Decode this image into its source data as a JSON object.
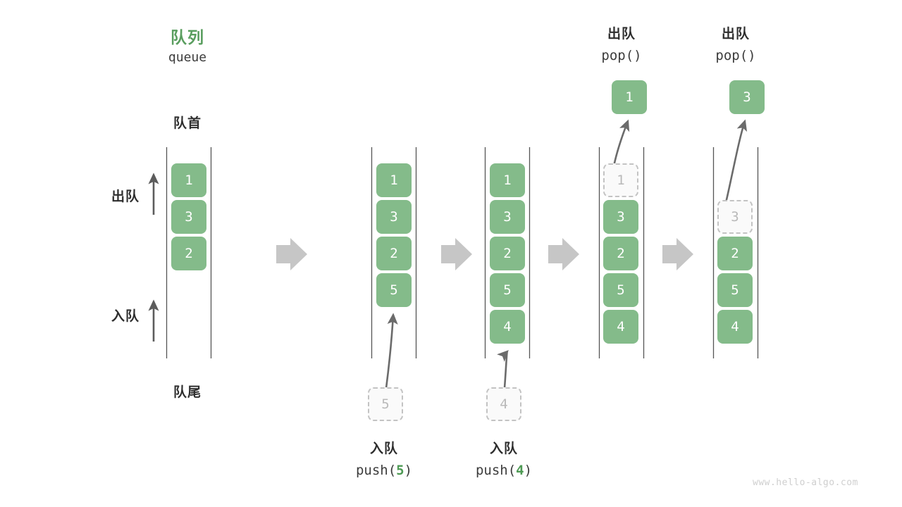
{
  "diagram": {
    "title_cn": "队列",
    "title_en": "queue",
    "front_label": "队首",
    "rear_label": "队尾",
    "dequeue_label": "出队",
    "enqueue_label": "入队",
    "watermark": "www.hello-algo.com",
    "colors": {
      "element_green": "#84bb8a",
      "title_green": "#5a9e5f",
      "ghost_gray": "#b9b9b9",
      "rail_gray": "#555555",
      "arrow_gray": "#c6c6c6",
      "curve_gray": "#6b6b6b",
      "text_dark": "#2e2e2e",
      "watermark_gray": "#cfcfcf"
    }
  },
  "steps": [
    {
      "id": "initial",
      "queue": [
        "1",
        "3",
        "2"
      ],
      "ghost_slot_index": null,
      "incoming": null,
      "outgoing": null,
      "op_cn": null,
      "op_code": null,
      "op_arg": null
    },
    {
      "id": "push-5",
      "queue": [
        "1",
        "3",
        "2",
        "5"
      ],
      "ghost_slot_index": null,
      "incoming": "5",
      "outgoing": null,
      "op_cn": "入队",
      "op_code_prefix": "push(",
      "op_arg": "5",
      "op_code_suffix": ")"
    },
    {
      "id": "push-4",
      "queue": [
        "1",
        "3",
        "2",
        "5",
        "4"
      ],
      "ghost_slot_index": null,
      "incoming": "4",
      "outgoing": null,
      "op_cn": "入队",
      "op_code_prefix": "push(",
      "op_arg": "4",
      "op_code_suffix": ")"
    },
    {
      "id": "pop-1",
      "queue": [
        "1",
        "3",
        "2",
        "5",
        "4"
      ],
      "ghost_slot_index": 0,
      "incoming": null,
      "outgoing": "1",
      "op_cn": "出队",
      "op_code_prefix": "pop(",
      "op_arg": "",
      "op_code_suffix": ")"
    },
    {
      "id": "pop-3",
      "queue": [
        "",
        "3",
        "2",
        "5",
        "4"
      ],
      "ghost_slot_index": 1,
      "incoming": null,
      "outgoing": "3",
      "op_cn": "出队",
      "op_code_prefix": "pop(",
      "op_arg": "",
      "op_code_suffix": ")"
    }
  ],
  "labels": {
    "col1_values": [
      "1",
      "3",
      "2"
    ],
    "col2_values": [
      "1",
      "3",
      "2",
      "5"
    ],
    "col2_ghost": "5",
    "col3_values": [
      "1",
      "3",
      "2",
      "5",
      "4"
    ],
    "col3_ghost": "4",
    "col4_ghost": "1",
    "col4_values": [
      "3",
      "2",
      "5",
      "4"
    ],
    "col4_popped": "1",
    "col5_ghost": "3",
    "col5_values": [
      "2",
      "5",
      "4"
    ],
    "col5_popped": "3",
    "push5_cn": "入队",
    "push5_pre": "push(",
    "push5_arg": "5",
    "push5_post": ")",
    "push4_cn": "入队",
    "push4_pre": "push(",
    "push4_arg": "4",
    "push4_post": ")",
    "pop1_cn": "出队",
    "pop1_code": "pop()",
    "pop2_cn": "出队",
    "pop2_code": "pop()"
  }
}
